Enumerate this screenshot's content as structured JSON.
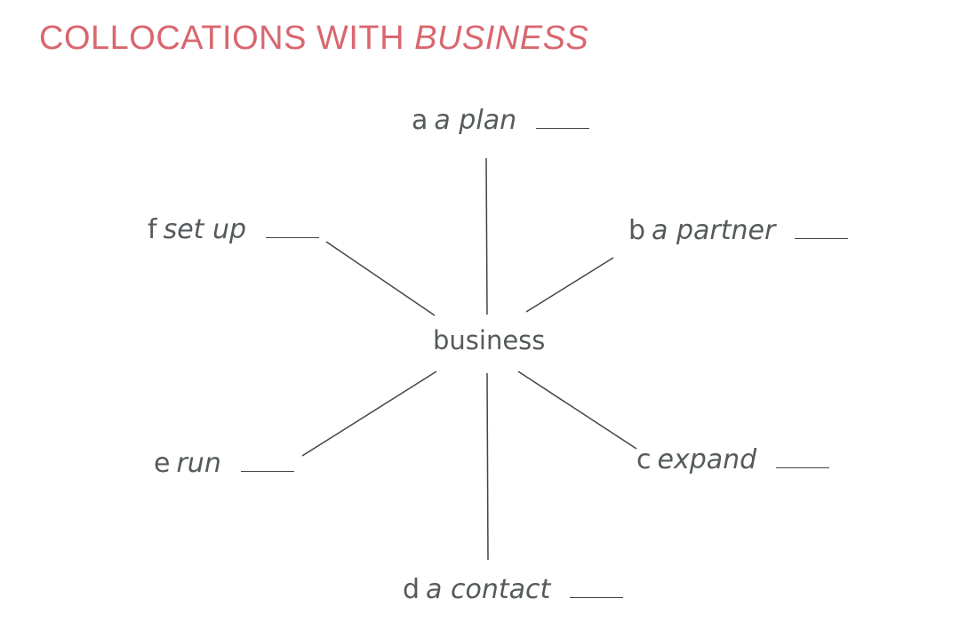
{
  "title": {
    "prefix": "COLLOCATIONS WITH ",
    "emphasis": "BUSINESS"
  },
  "center_word": "business",
  "items": [
    {
      "letter": "a",
      "word": "a plan"
    },
    {
      "letter": "b",
      "word": "a partner"
    },
    {
      "letter": "c",
      "word": "expand"
    },
    {
      "letter": "d",
      "word": "a contact"
    },
    {
      "letter": "e",
      "word": "run"
    },
    {
      "letter": "f",
      "word": "set up"
    }
  ],
  "colors": {
    "title": "#d9676f",
    "text": "#555a5c",
    "lines": "#444444"
  }
}
